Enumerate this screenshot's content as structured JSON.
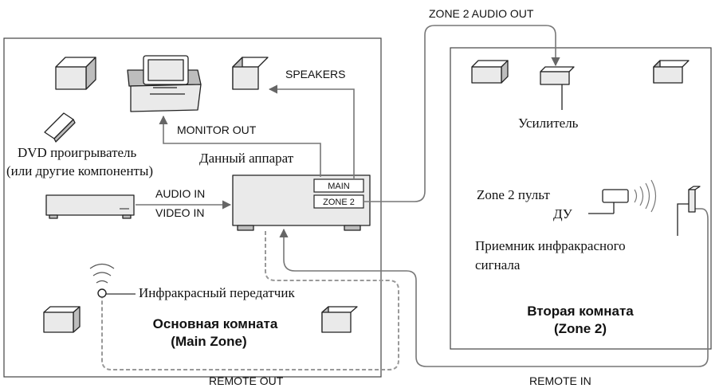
{
  "rooms": {
    "main": {
      "title_line1": "Основная комната",
      "title_line2": "(Main Zone)"
    },
    "second": {
      "title_line1": "Вторая комната",
      "title_line2": "(Zone 2)"
    }
  },
  "labels": {
    "zone2_audio_out": "ZONE 2 AUDIO OUT",
    "speakers": "SPEAKERS",
    "monitor_out": "MONITOR OUT",
    "dvd_line1": "DVD проигрыватель",
    "dvd_line2": "(или другие компоненты)",
    "receiver_name": "Данный аппарат",
    "audio_in": "AUDIO IN",
    "video_in": "VIDEO IN",
    "main_button": "MAIN",
    "zone2_button": "ZONE 2",
    "amplifier": "Усилитель",
    "zone2_remote_line1": "Zone 2 пульт",
    "zone2_remote_line2": "ДУ",
    "ir_receiver_line1": "Приемник инфракрасного",
    "ir_receiver_line2": "сигнала",
    "ir_emitter": "Инфракрасный передатчик",
    "remote_out": "REMOTE OUT",
    "remote_in": "REMOTE IN"
  }
}
